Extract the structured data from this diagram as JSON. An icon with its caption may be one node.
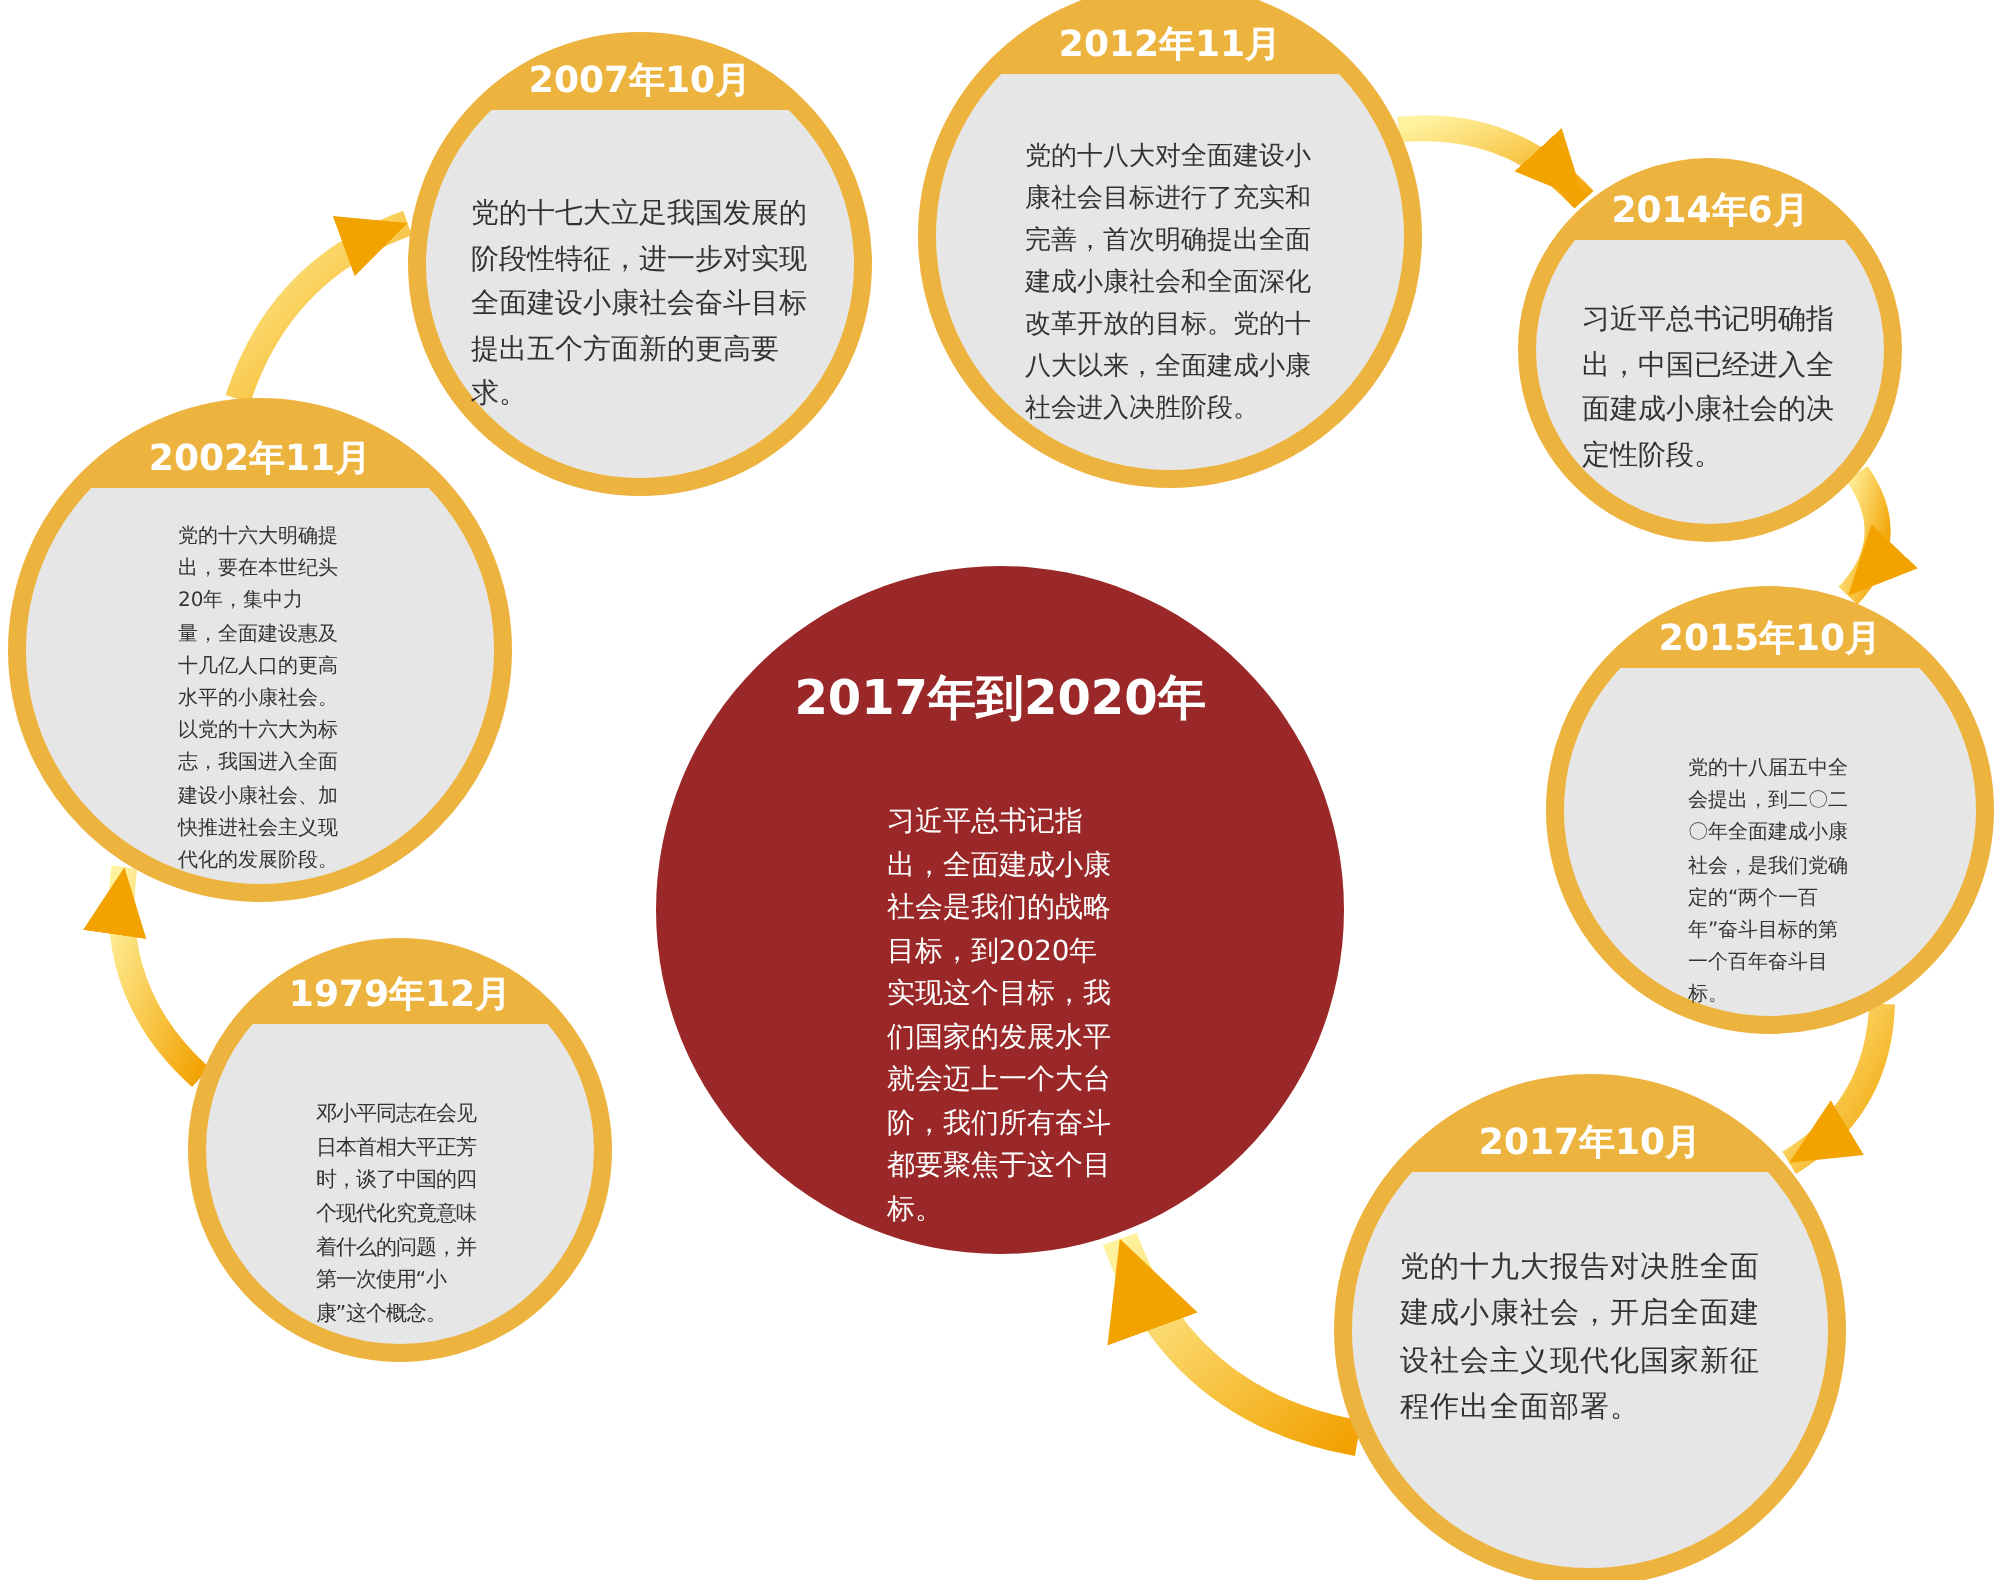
{
  "diagram": {
    "nodes": [
      {
        "text": [
          "1979年12月",
          "邓小平同志在会见日本首相大平正芳时，谈了中国的四个现代化究竟意味着什么的问题，并第一次使用“小康”这个概念。"
        ]
      },
      {
        "text": [
          "2002年11月",
          "党的十六大明确提出，要在本世纪头20年，集中力量，全面建设惠及十几亿人口的更高水平的小康社会。以党的十六大为标志，我国进入全面建设小康社会、加快推进社会主义现代化的发展阶段。"
        ]
      },
      {
        "text": [
          "2007年10月",
          "党的十七大立足我国发展的阶段性特征，进一步对实现全面建设小康社会奋斗目标提出五个方面新的更高要求。"
        ]
      },
      {
        "text": [
          "2012年11月",
          "党的十八大对全面建设小康社会目标进行了充实和完善，首次明确提出全面建成小康社会和全面深化改革开放的目标。党的十八大以来，全面建成小康社会进入决胜阶段。"
        ]
      },
      {
        "text": [
          "2014年6月",
          "习近平总书记明确指出，中国已经进入全面建成小康社会的决定性阶段。"
        ]
      },
      {
        "text": [
          "2015年10月",
          "党的十八届五中全会提出，到二〇二〇年全面建成小康社会，是我们党确定的“两个一百年”奋斗目标的第一个百年奋斗目标。"
        ]
      },
      {
        "text": [
          "2017年10月",
          "党的十九大报告对决胜全面建成小康社会，开启全面建设社会主义现代化国家新征程作出全面部署。"
        ]
      },
      {
        "text": [
          "2017年到2020年",
          "习近平总书记指出，全面建成小康社会是我们的战略目标，到2020年实现这个目标，我们国家的发展水平就会迈上一个大台阶，我们所有奋斗都要聚焦于这个目标。"
        ]
      }
    ],
    "edges": [
      {
        "from": 0,
        "to": 1,
        "arrow": "to"
      },
      {
        "from": 1,
        "to": 2,
        "arrow": "to"
      },
      {
        "from": 3,
        "to": 4,
        "arrow": "to"
      },
      {
        "from": 4,
        "to": 5,
        "arrow": "to"
      },
      {
        "from": 5,
        "to": 6,
        "arrow": "to"
      },
      {
        "from": 6,
        "to": 7,
        "arrow": "to"
      }
    ]
  }
}
